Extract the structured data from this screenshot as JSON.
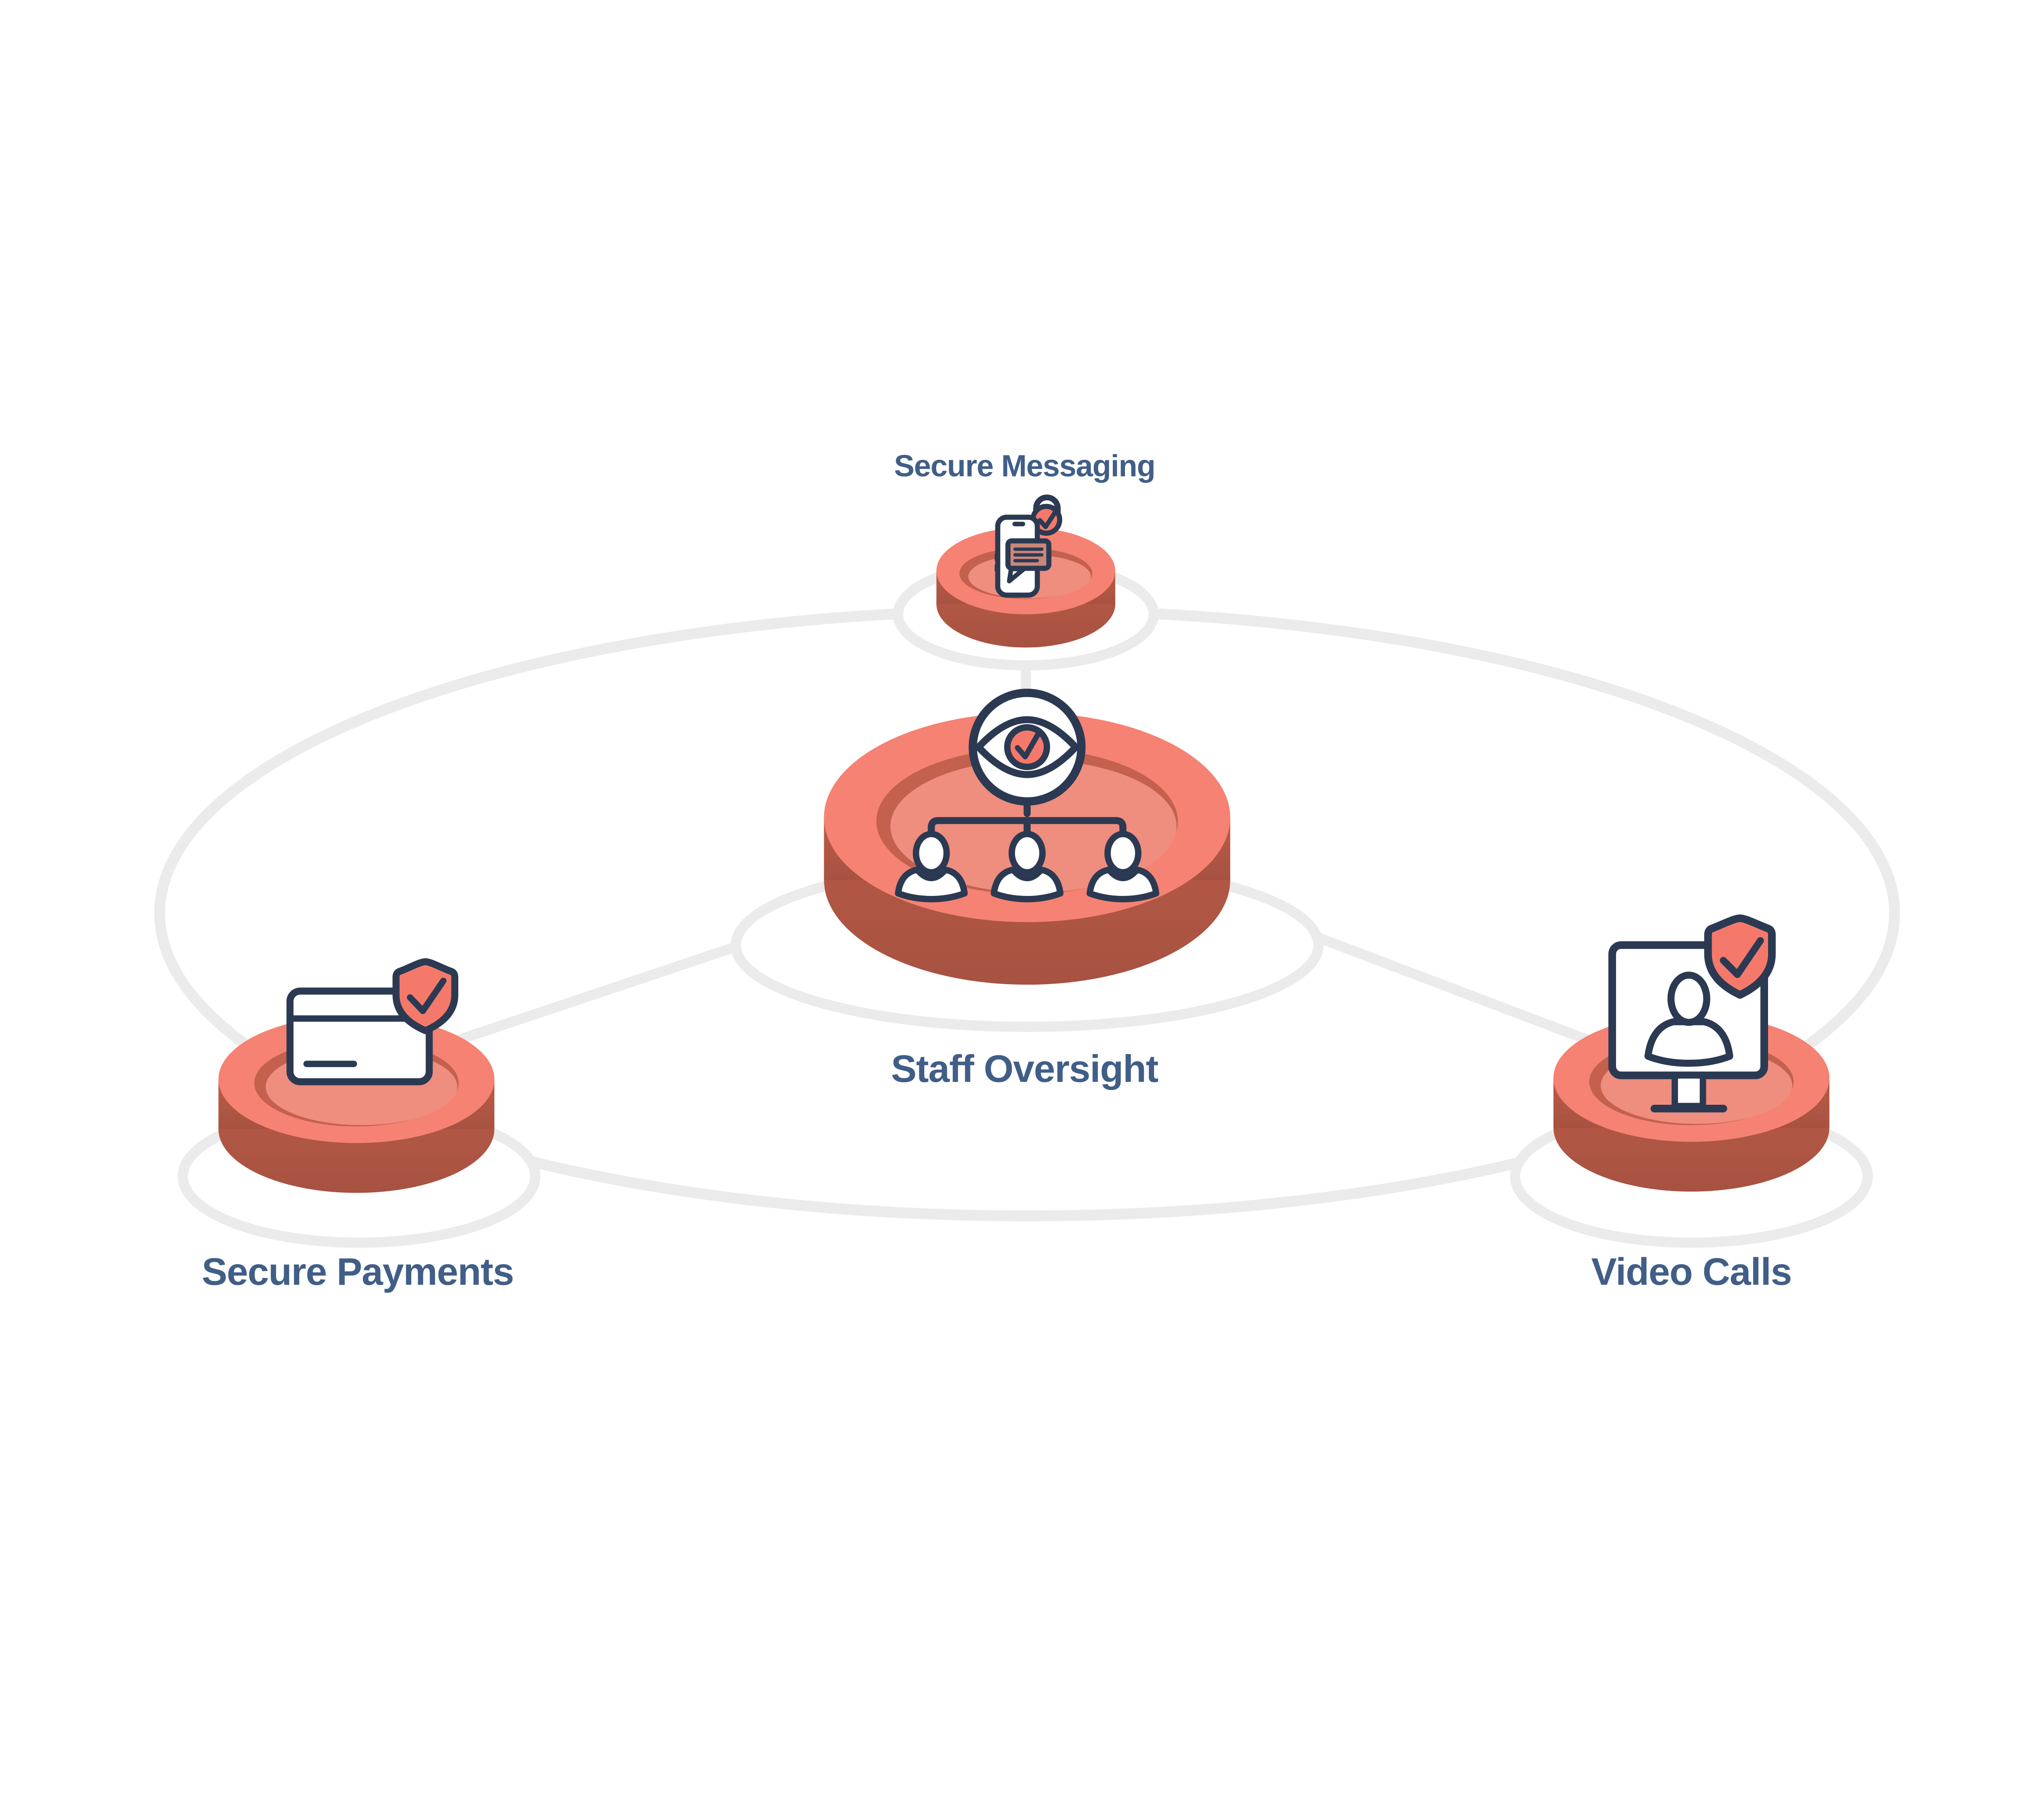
{
  "canvas": {
    "type": "isometric-network-diagram",
    "description": "Four coral isometric discs connected by a light gray orbit ellipse and lines"
  },
  "colors": {
    "bg": "#FFFFFF",
    "accent": "#F4796B",
    "disc_top": "#F58272",
    "disc_side": "#BC5B48",
    "disc_side_dark": "#A75241",
    "recess": "#EF8D7F",
    "recess_shadow": "#C4614E",
    "outline": "#2B3A52",
    "connector": "#EBEBEB",
    "label": "#405E87",
    "bubble": "#C9867A"
  },
  "nodes": {
    "messaging": {
      "label": "Secure Messaging",
      "icon": "smartphone-chat-lock-check-icon",
      "position": "top"
    },
    "oversight": {
      "label": "Staff Oversight",
      "icon": "eye-check-team-hierarchy-icon",
      "position": "center"
    },
    "payments": {
      "label": "Secure Payments",
      "icon": "credit-card-shield-check-icon",
      "position": "bottom-left"
    },
    "video": {
      "label": "Video Calls",
      "icon": "monitor-user-shield-check-icon",
      "position": "bottom-right"
    }
  }
}
